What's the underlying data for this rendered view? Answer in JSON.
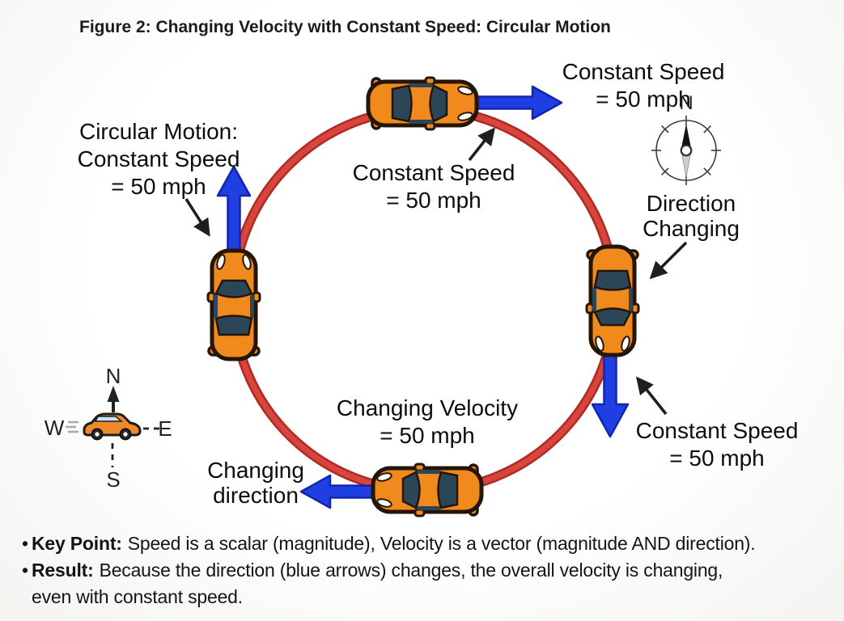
{
  "title": "Figure 2: Changing Velocity with Constant Speed: Circular Motion",
  "labels": {
    "left_caption": {
      "line1": "Circular Motion:",
      "line2": "Constant Speed",
      "line3": "= 50 mph"
    },
    "top_caption": {
      "line1": "Constant Speed",
      "line2": "= 50 mph"
    },
    "top_right_caption": {
      "line1": "Constant Speed",
      "line2": "= 50 mph"
    },
    "right_caption": {
      "line1": "Constant Speed",
      "line2": "= 50 mph"
    },
    "bottom_caption": {
      "line1": "Changing Velocity",
      "line2": "= 50 mph"
    },
    "changing_direction": {
      "line1": "Changing",
      "line2": "direction"
    },
    "direction_changing": {
      "line1": "Direction",
      "line2": "Changing"
    },
    "compass_north_label": "N"
  },
  "mini_compass": {
    "north": "N",
    "south": "S",
    "east": "E",
    "west": "W"
  },
  "bullets": {
    "bullet_char": "•",
    "key_point": {
      "label": "Key Point:",
      "text": "Speed is a scalar (magnitude), Velocity is a vector (magnitude AND direction)."
    },
    "result": {
      "label": "Result:",
      "line1": "Because the direction (blue arrows) changes, the overall velocity is changing,",
      "line2": "even with constant speed."
    }
  },
  "colors": {
    "path_ring_dark": "#ae2a22",
    "path_ring_light": "#d8453c",
    "velocity_arrow_blue": "#1f3fe2",
    "velocity_arrow_edge": "#1126ae",
    "car_body_orange": "#f08a1d",
    "car_glass": "#2b4757",
    "annotation_black": "#1f1f1f"
  }
}
